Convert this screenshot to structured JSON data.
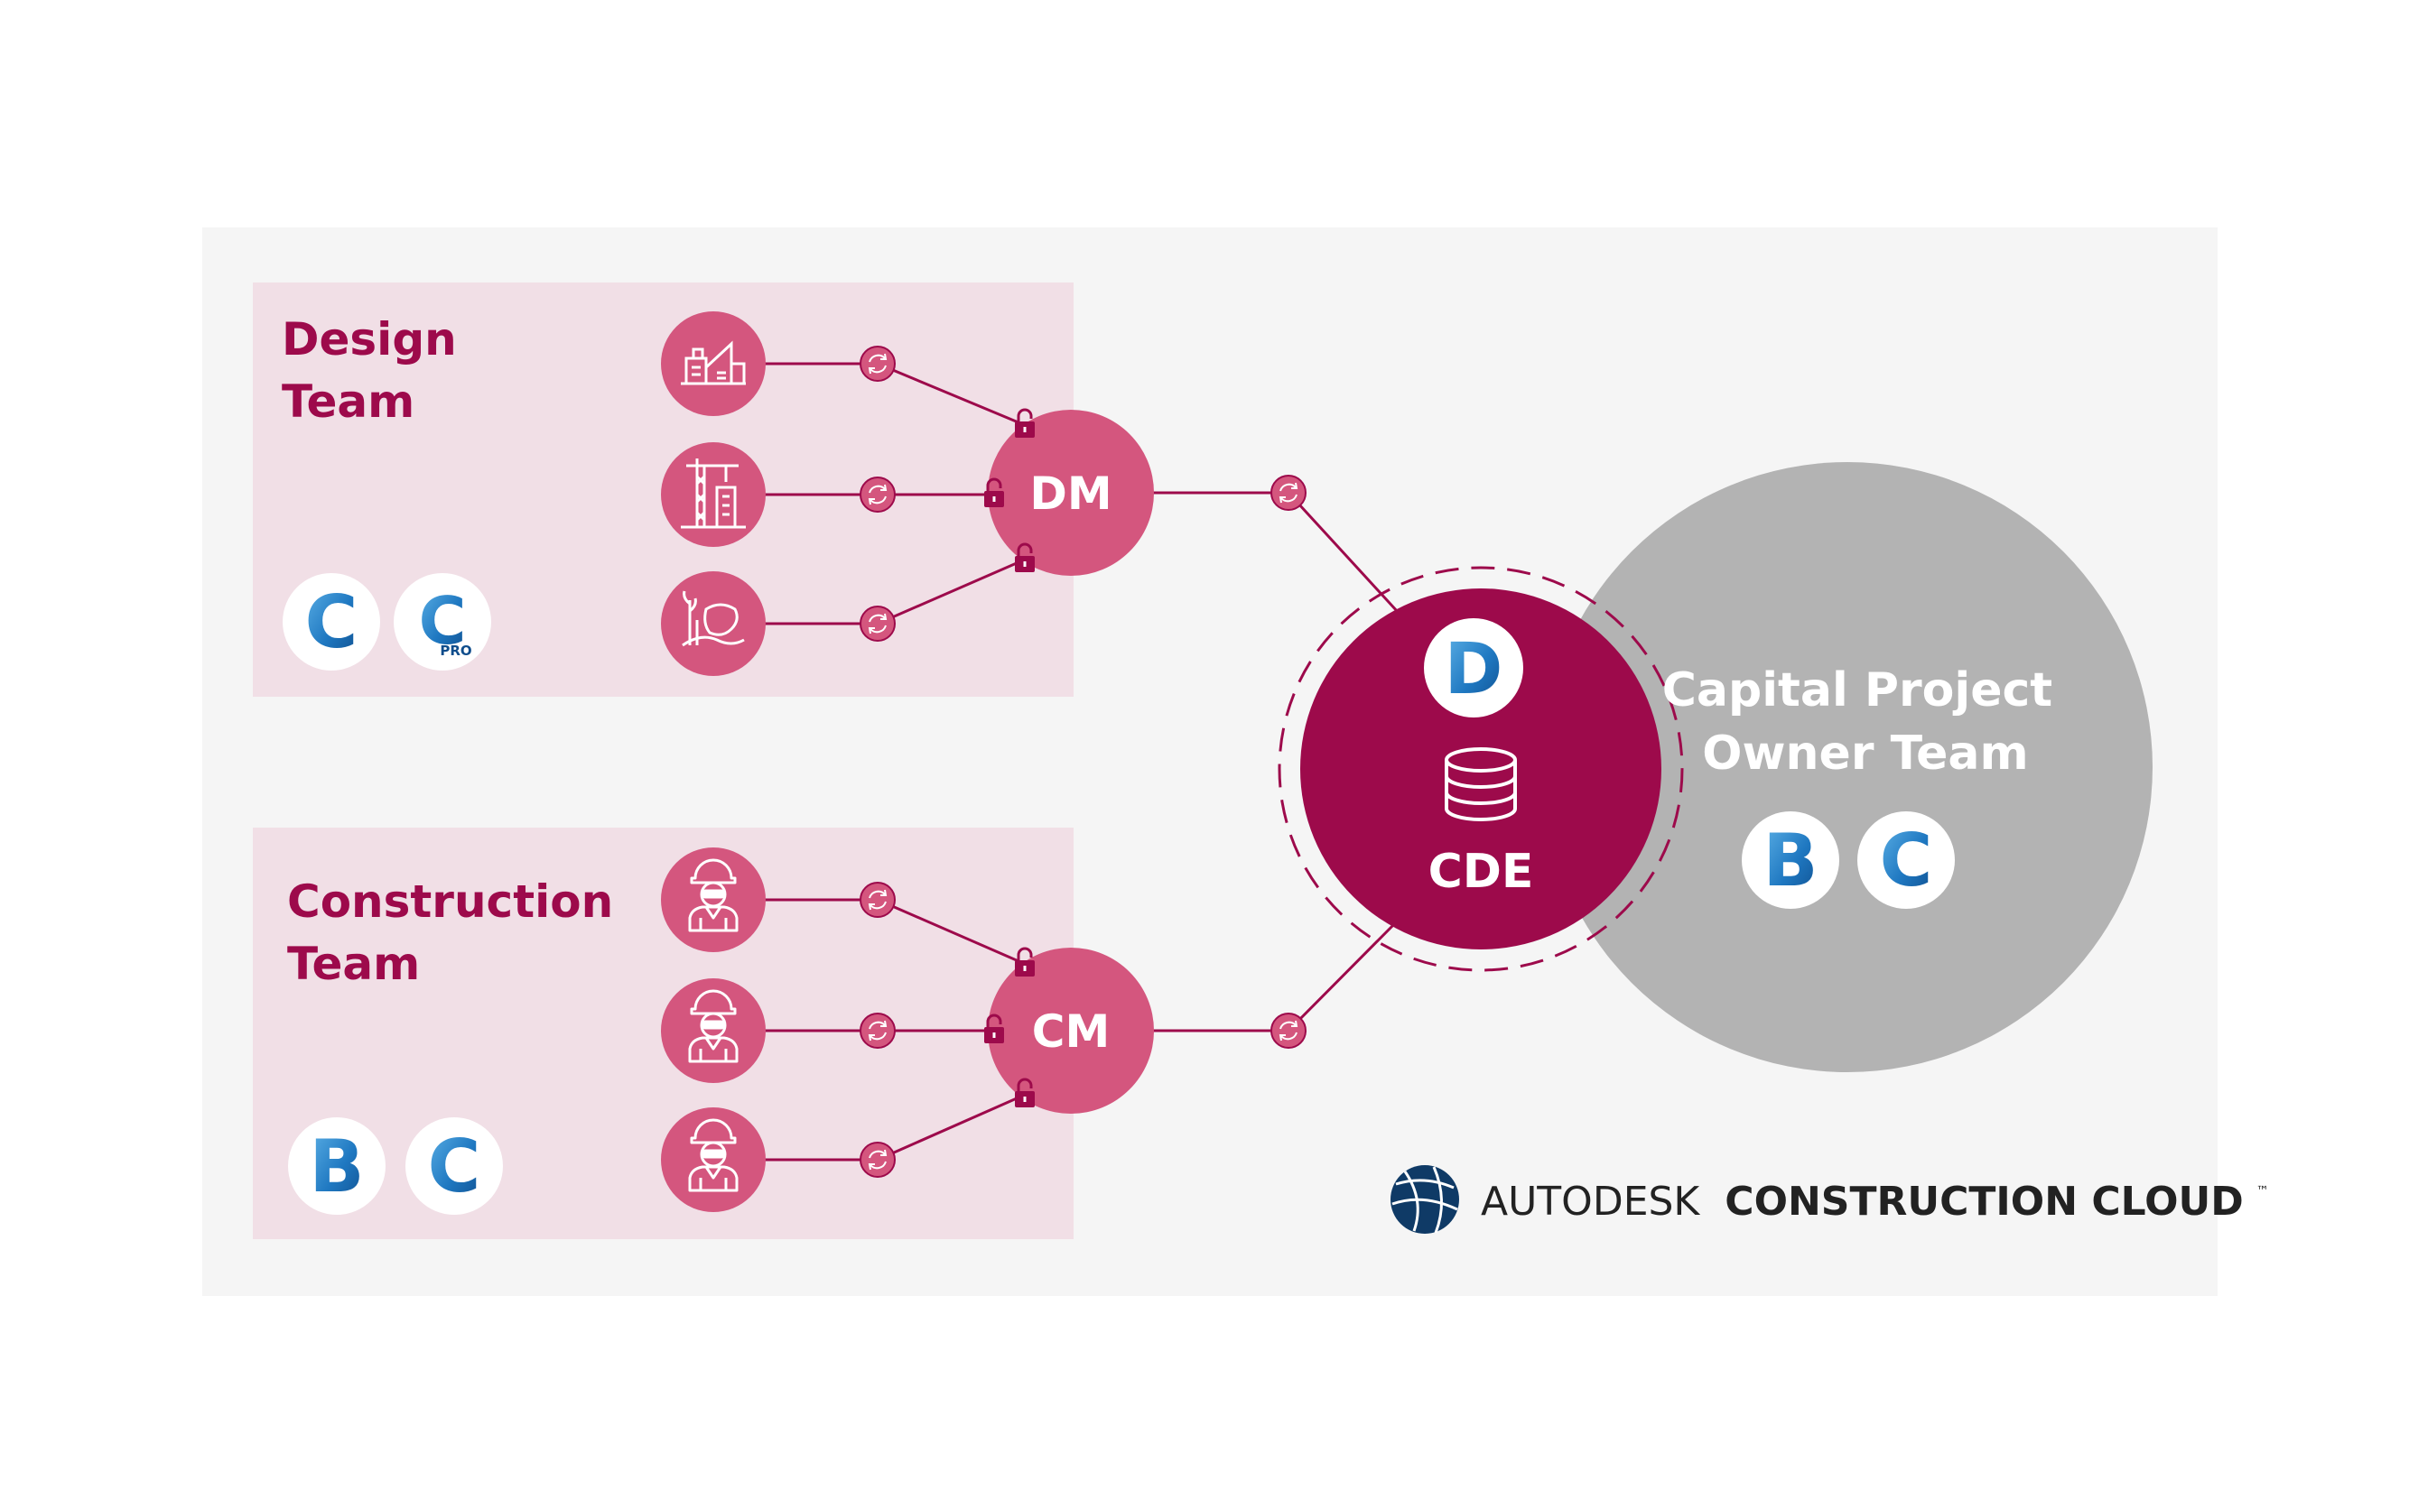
{
  "design_team": {
    "title_line1": "Design",
    "title_line2": "Team",
    "hub_label": "DM",
    "app_badges": [
      {
        "letter": "C",
        "sub": ""
      },
      {
        "letter": "C",
        "sub": "PRO"
      }
    ],
    "member_icons": [
      "building-icon",
      "crane-construction-icon",
      "landscape-site-icon"
    ]
  },
  "construction_team": {
    "title_line1": "Construction",
    "title_line2": "Team",
    "hub_label": "CM",
    "app_badges": [
      {
        "letter": "B",
        "sub": ""
      },
      {
        "letter": "C",
        "sub": ""
      }
    ],
    "member_icons": [
      "construction-worker-icon",
      "construction-worker-icon",
      "construction-worker-icon"
    ]
  },
  "cde": {
    "label": "CDE",
    "badge_letter": "D",
    "icon": "database-icon"
  },
  "owner_team": {
    "title_line1": "Capital Project",
    "title_line2": "Owner Team",
    "app_badges": [
      {
        "letter": "B",
        "sub": ""
      },
      {
        "letter": "C",
        "sub": ""
      }
    ]
  },
  "brand": {
    "name_light": "AUTODESK",
    "name_bold": "CONSTRUCTION CLOUD",
    "trademark": "™"
  },
  "colors": {
    "crimson": "#9d0a4b",
    "rose": "#d4567e",
    "panel_pink": "#f1dfe6",
    "grey_circle": "#b3b3b3",
    "canvas_grey": "#f5f5f5",
    "badge_blue": "#1f78c1",
    "autodesk_navy": "#0f3a66"
  }
}
